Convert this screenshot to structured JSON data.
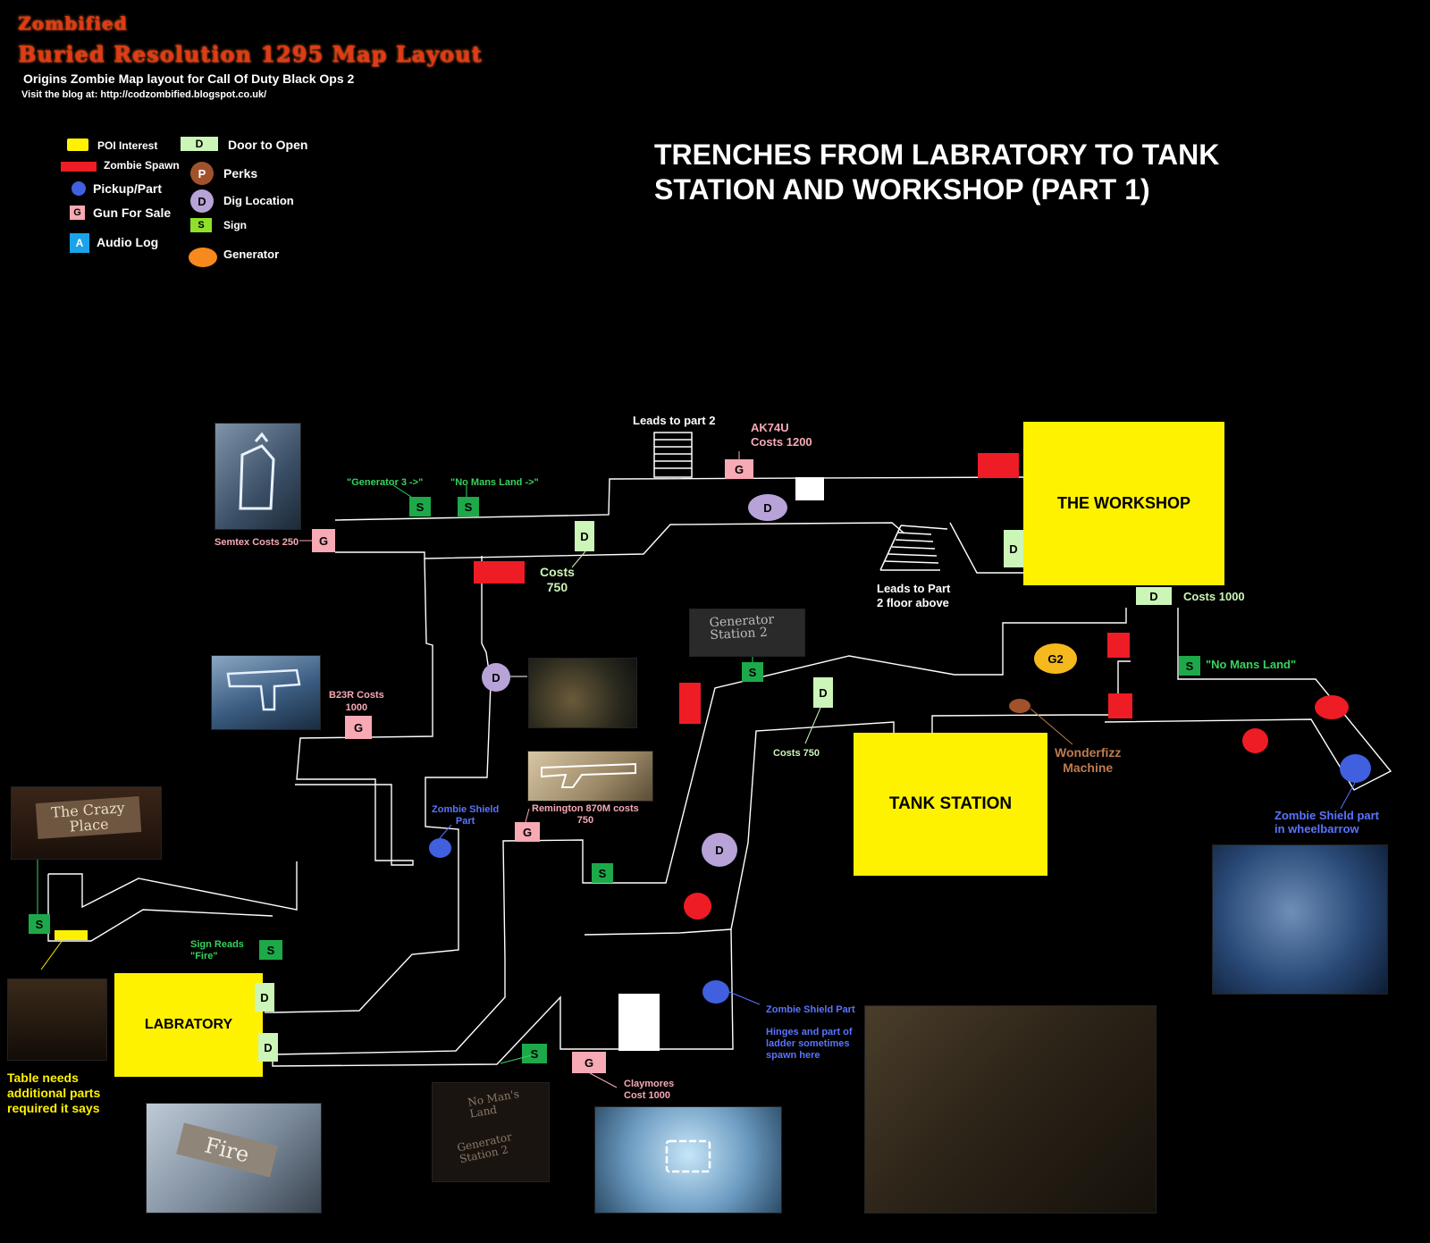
{
  "header": {
    "logo_line1": "Zombified",
    "logo_line2": "Buried   Resolution 1295 Map Layout",
    "subtitle": "Origins Zombie Map layout for Call Of Duty Black Ops 2",
    "blog": "Visit the blog at: http://codzombified.blogspot.co.uk/"
  },
  "title": "TRENCHES FROM LABRATORY TO TANK STATION AND WORKSHOP (PART 1)",
  "legend": {
    "poi": "POI Interest",
    "spawn": "Zombie Spawn",
    "pickup": "Pickup/Part",
    "gun": "Gun For Sale",
    "audio": "Audio Log",
    "door": "Door to Open",
    "perks": "Perks",
    "dig": "Dig Location",
    "sign": "Sign",
    "generator": "Generator",
    "letters": {
      "door": "D",
      "perks": "P",
      "dig": "D",
      "sign": "S",
      "gun": "G",
      "audio": "A"
    }
  },
  "colors": {
    "poi": "#fff200",
    "spawn": "#ee1c24",
    "pickup": "#4060e0",
    "gun": "#f7a9b4",
    "door": "#ccf5b8",
    "perks": "#a0522d",
    "dig": "#b7a3d8",
    "sign": "#1da94a",
    "generator": "#f7891d",
    "audio": "#1aa3e8"
  },
  "areas": {
    "workshop": "THE WORKSHOP",
    "tank_station": "TANK STATION",
    "labratory": "LABRATORY"
  },
  "labels": {
    "leads_part2": "Leads to part 2",
    "ak74u": "AK74U\nCosts 1200",
    "gen3_sign": "\"Generator 3 ->\"",
    "nomans_sign": "\"No Mans Land ->\"",
    "semtex": "Semtex Costs 250",
    "costs750a": "Costs\n750",
    "leads_part2_floor": "Leads to Part\n2 floor above",
    "costs1000": "Costs 1000",
    "nomans_land": "\"No Mans Land\"",
    "g2": "G2",
    "b23r": "B23R Costs\n1000",
    "costs750b": "Costs 750",
    "wonderfizz": "Wonderfizz\nMachine",
    "shield_part1": "Zombie Shield\nPart",
    "remington": "Remington 870M costs\n750",
    "shield_wheelbarrow": "Zombie Shield part\nin wheelbarrow",
    "sign_fire": "Sign Reads\n\"Fire\"",
    "shield_part2": "Zombie Shield Part",
    "hinges": "Hinges and part of\nladder sometimes\nspawn here",
    "claymores": "Claymores\nCost 1000",
    "table": "Table needs\nadditional parts\nrequired it says"
  },
  "photos": {
    "generator_station_sign": "Generator\nStation 2",
    "crazy_place_sign": "The Crazy\nPlace",
    "fire_sign": "Fire",
    "nomans_sign": "No Man's\nLand",
    "generator2_sign": "Generator\nStation 2"
  }
}
